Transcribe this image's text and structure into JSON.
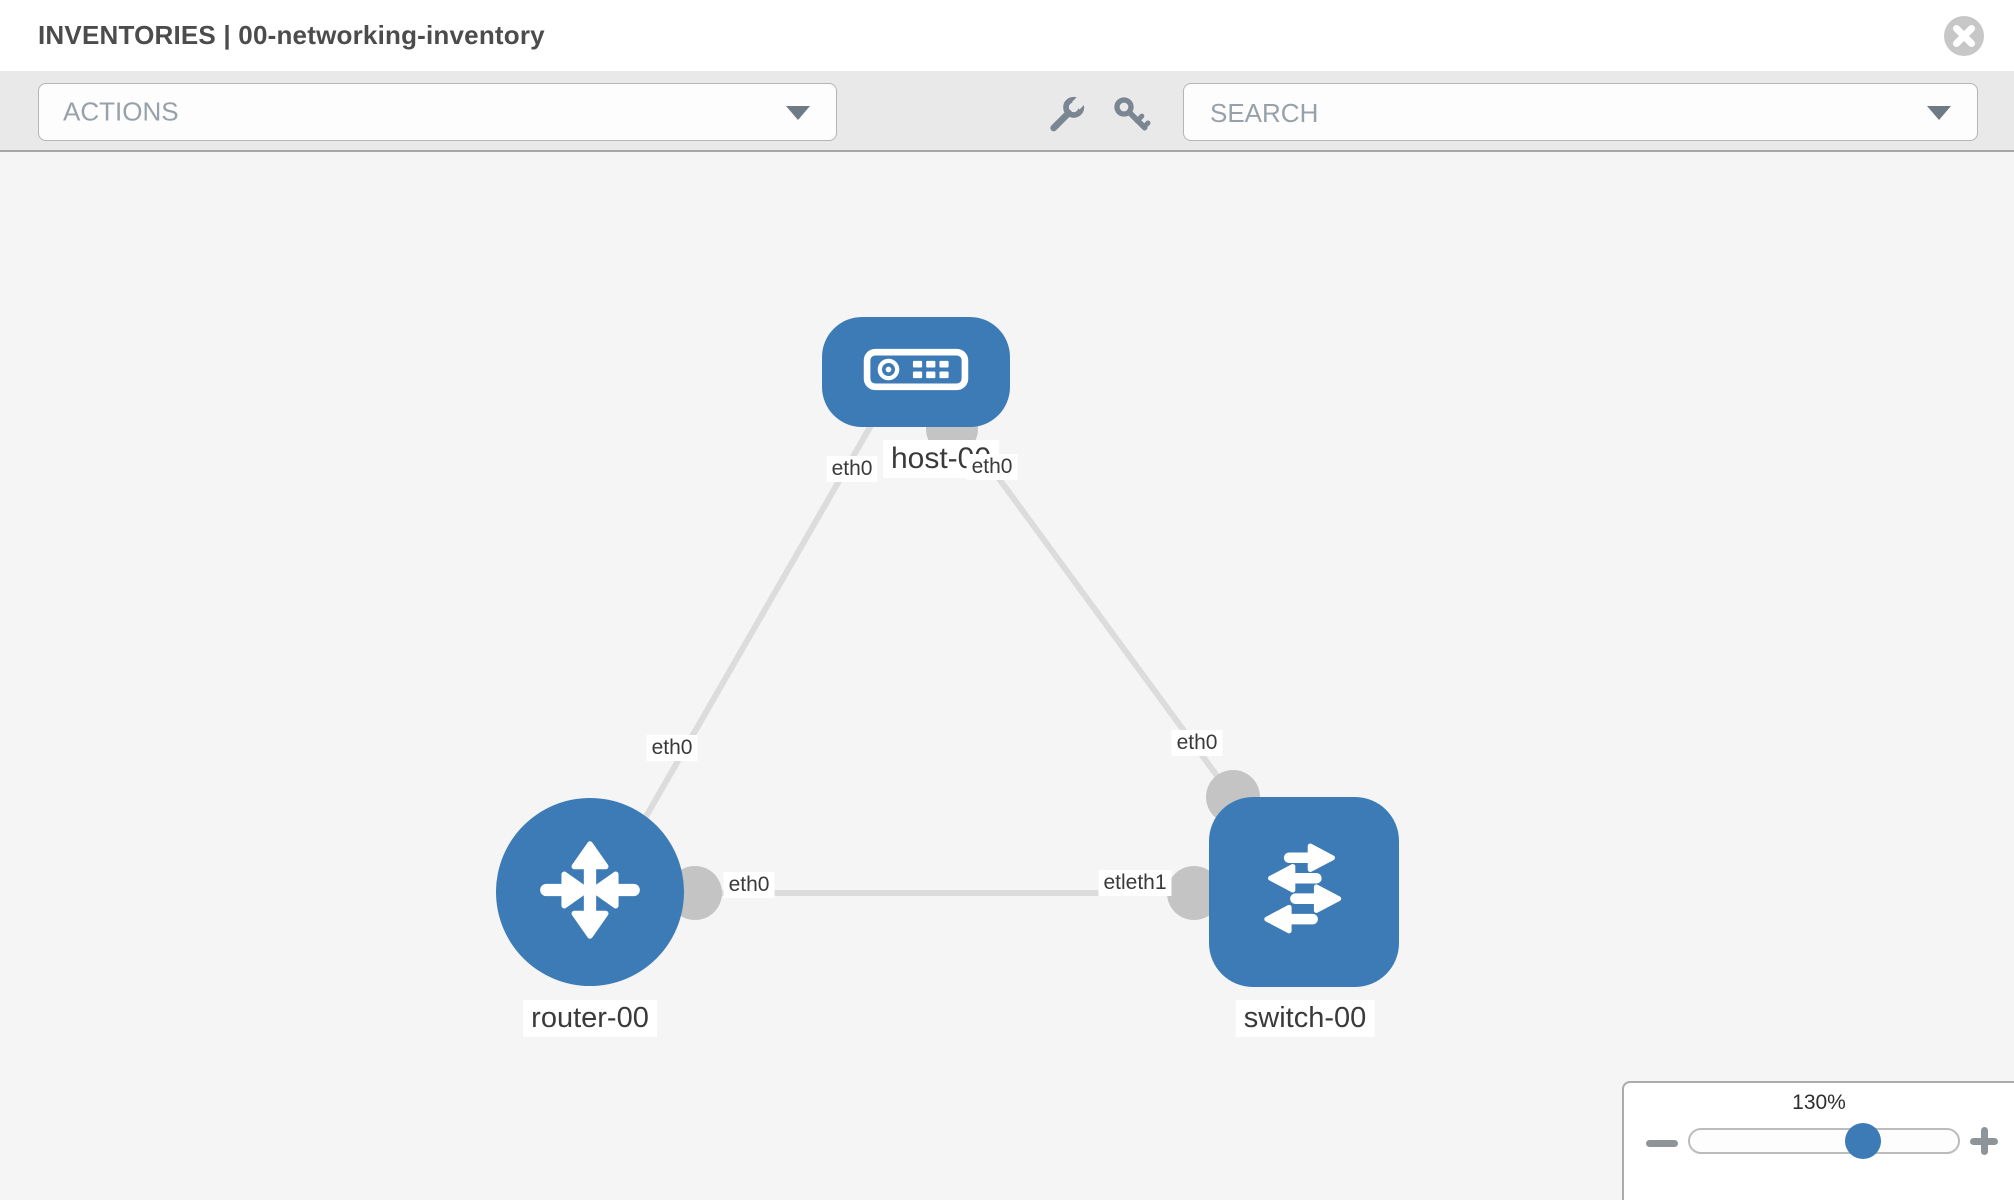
{
  "header": {
    "title": "INVENTORIES | 00-networking-inventory"
  },
  "toolbar": {
    "actions_label": "ACTIONS",
    "search_placeholder": "SEARCH",
    "icons": [
      "wrench-icon",
      "key-icon"
    ]
  },
  "topology": {
    "nodes": [
      {
        "label": "host-00",
        "type": "host"
      },
      {
        "label": "router-00",
        "type": "router"
      },
      {
        "label": "switch-00",
        "type": "switch"
      }
    ],
    "iface_labels": {
      "host_left": "eth0",
      "host_right": "eth0",
      "router_top": "eth0",
      "router_right": "eth0",
      "switch_top": "eth0",
      "switch_left": "etleth1"
    },
    "links": [
      {
        "from": "host-00",
        "to": "router-00"
      },
      {
        "from": "host-00",
        "to": "switch-00"
      },
      {
        "from": "router-00",
        "to": "switch-00"
      }
    ]
  },
  "zoom_panel": {
    "level": "130%"
  },
  "colors": {
    "node_blue": "#3d7bb7",
    "link_gray": "#dcdcdc",
    "connector_gray": "#c4c4c4",
    "icon_gray": "#7a8691",
    "toolbar_bg": "#e9e9e9",
    "canvas_bg": "#f5f5f5"
  }
}
